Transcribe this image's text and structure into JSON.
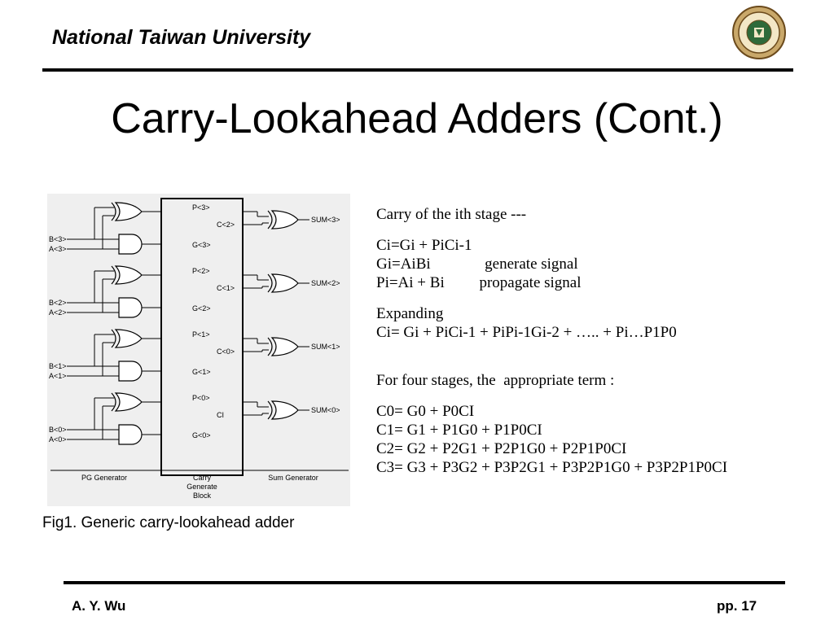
{
  "header": {
    "institution": "National Taiwan University",
    "seal_icon": "university-seal-icon"
  },
  "slide": {
    "title": "Carry-Lookahead Adders (Cont.)"
  },
  "figure": {
    "caption": "Fig1. Generic carry-lookahead adder",
    "inputs": [
      {
        "b": "B<3>",
        "a": "A<3>"
      },
      {
        "b": "B<2>",
        "a": "A<2>"
      },
      {
        "b": "B<1>",
        "a": "A<1>"
      },
      {
        "b": "B<0>",
        "a": "A<0>"
      }
    ],
    "stages": [
      {
        "p": "P<3>",
        "c": "C<2>",
        "g": "G<3>",
        "sum": "SUM<3>"
      },
      {
        "p": "P<2>",
        "c": "C<1>",
        "g": "G<2>",
        "sum": "SUM<2>"
      },
      {
        "p": "P<1>",
        "c": "C<0>",
        "g": "G<1>",
        "sum": "SUM<1>"
      },
      {
        "p": "P<0>",
        "c": "CI",
        "g": "G<0>",
        "sum": "SUM<0>"
      }
    ],
    "sections": {
      "pg": "PG Generator",
      "carry": [
        "Carry",
        "Generate",
        "Block"
      ],
      "sum": "Sum Generator"
    }
  },
  "text": {
    "intro": "Carry of the ith stage ---",
    "eq1": "Ci=Gi + PiCi-1",
    "eq2": "Gi=AiBi              generate signal",
    "eq3": "Pi=Ai + Bi         propagate signal",
    "expanding": "Expanding",
    "expansion": "Ci= Gi + PiCi-1 + PiPi-1Gi-2 + ….. + Pi…P1P0",
    "four_stages": "For four stages, the  appropriate term :",
    "c0": "C0= G0 + P0CI",
    "c1": "C1= G1 + P1G0 + P1P0CI",
    "c2": "C2= G2 + P2G1 + P2P1G0 + P2P1P0CI",
    "c3": "C3= G3 + P3G2 + P3P2G1 + P3P2P1G0 + P3P2P1P0CI"
  },
  "footer": {
    "author": "A. Y. Wu",
    "page": "pp. 17"
  }
}
